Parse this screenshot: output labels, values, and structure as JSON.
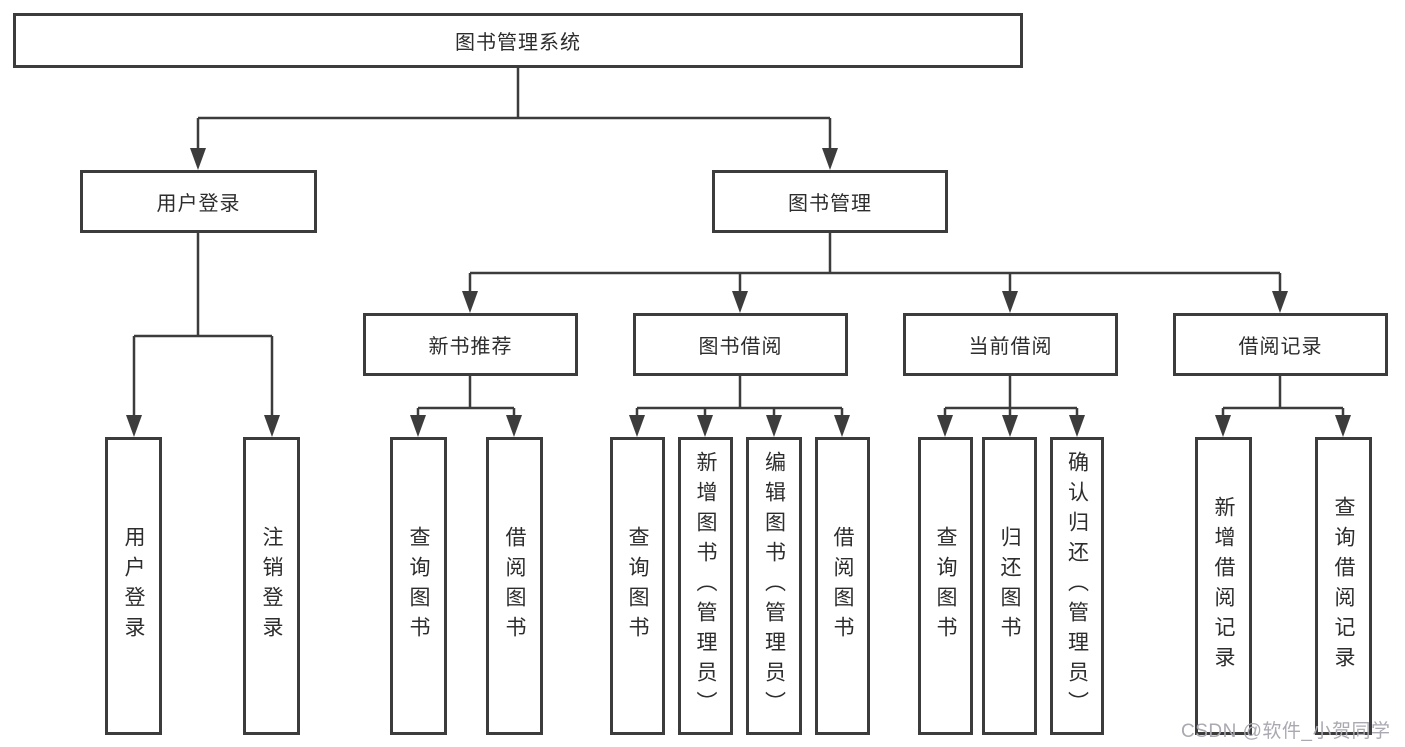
{
  "diagram": {
    "type": "hierarchy-tree",
    "root": {
      "label": "图书管理系统"
    },
    "branches": [
      {
        "label": "用户登录",
        "children": [
          {
            "label": "用户登录"
          },
          {
            "label": "注销登录"
          }
        ]
      },
      {
        "label": "图书管理",
        "children": [
          {
            "label": "新书推荐",
            "children": [
              {
                "label": "查询图书"
              },
              {
                "label": "借阅图书"
              }
            ]
          },
          {
            "label": "图书借阅",
            "children": [
              {
                "label": "查询图书"
              },
              {
                "label": "新增图书（管理员）"
              },
              {
                "label": "编辑图书（管理员）"
              },
              {
                "label": "借阅图书"
              }
            ]
          },
          {
            "label": "当前借阅",
            "children": [
              {
                "label": "查询图书"
              },
              {
                "label": "归还图书"
              },
              {
                "label": "确认归还（管理员）"
              }
            ]
          },
          {
            "label": "借阅记录",
            "children": [
              {
                "label": "新增借阅记录"
              },
              {
                "label": "查询借阅记录"
              }
            ]
          }
        ]
      }
    ],
    "watermark": "CSDN @软件_小贺同学",
    "colors": {
      "line": "#3c3c3c",
      "box_border": "#3c3c3c",
      "text": "#2d2d2d",
      "watermark_text": "#aaa9b1",
      "background": "#ffffff"
    }
  }
}
